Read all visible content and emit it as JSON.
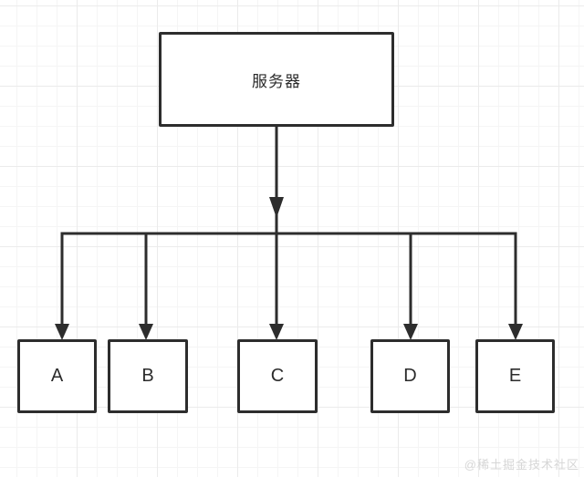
{
  "diagram": {
    "type": "flowchart",
    "root": {
      "id": "server",
      "label": "服务器"
    },
    "children": [
      {
        "id": "A",
        "label": "A"
      },
      {
        "id": "B",
        "label": "B"
      },
      {
        "id": "C",
        "label": "C"
      },
      {
        "id": "D",
        "label": "D"
      },
      {
        "id": "E",
        "label": "E"
      }
    ],
    "edges": [
      {
        "from": "server",
        "to": "A",
        "arrow": "down"
      },
      {
        "from": "server",
        "to": "B",
        "arrow": "down"
      },
      {
        "from": "server",
        "to": "C",
        "arrow": "down"
      },
      {
        "from": "server",
        "to": "D",
        "arrow": "down"
      },
      {
        "from": "server",
        "to": "E",
        "arrow": "down"
      }
    ]
  },
  "watermark": "@稀土掘金技术社区",
  "colors": {
    "line_color": "#2d2d2d",
    "box_border": "#2d2d2d",
    "text_color": "#2b2b2b",
    "grid_minor": "#f5f5f5",
    "grid_major": "#ebebeb",
    "watermark_color": "#d6d6d6",
    "background": "#ffffff"
  }
}
